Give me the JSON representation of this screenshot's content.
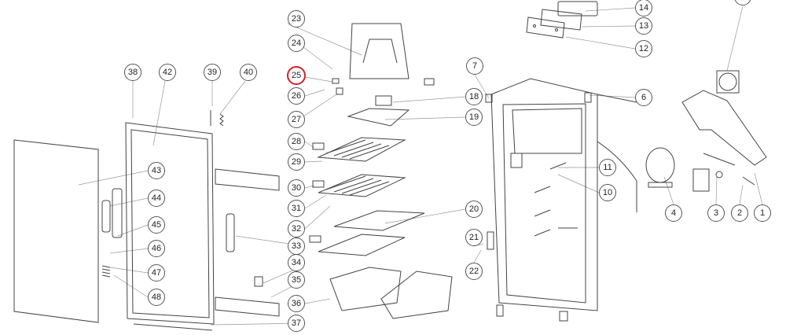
{
  "diagram": {
    "type": "exploded parts diagram",
    "highlight_color": "#d0202a",
    "highlighted_part": "25",
    "part_labels": {
      "p1": "1",
      "p2": "2",
      "p3": "3",
      "p4": "4",
      "p6": "6",
      "p7": "7",
      "p10": "10",
      "p11": "11",
      "p12": "12",
      "p13": "13",
      "p14": "14",
      "p18": "18",
      "p19": "19",
      "p20": "20",
      "p21": "21",
      "p22": "22",
      "p23": "23",
      "p24": "24",
      "p25": "25",
      "p26": "26",
      "p27": "27",
      "p28": "28",
      "p29": "29",
      "p30": "30",
      "p31": "31",
      "p32": "32",
      "p33": "33",
      "p34": "34",
      "p35": "35",
      "p36": "36",
      "p37": "37",
      "p38": "38",
      "p39": "39",
      "p40": "40",
      "p42": "42",
      "p43": "43",
      "p44": "44",
      "p45": "45",
      "p46": "46",
      "p47": "47",
      "p48": "48"
    }
  }
}
